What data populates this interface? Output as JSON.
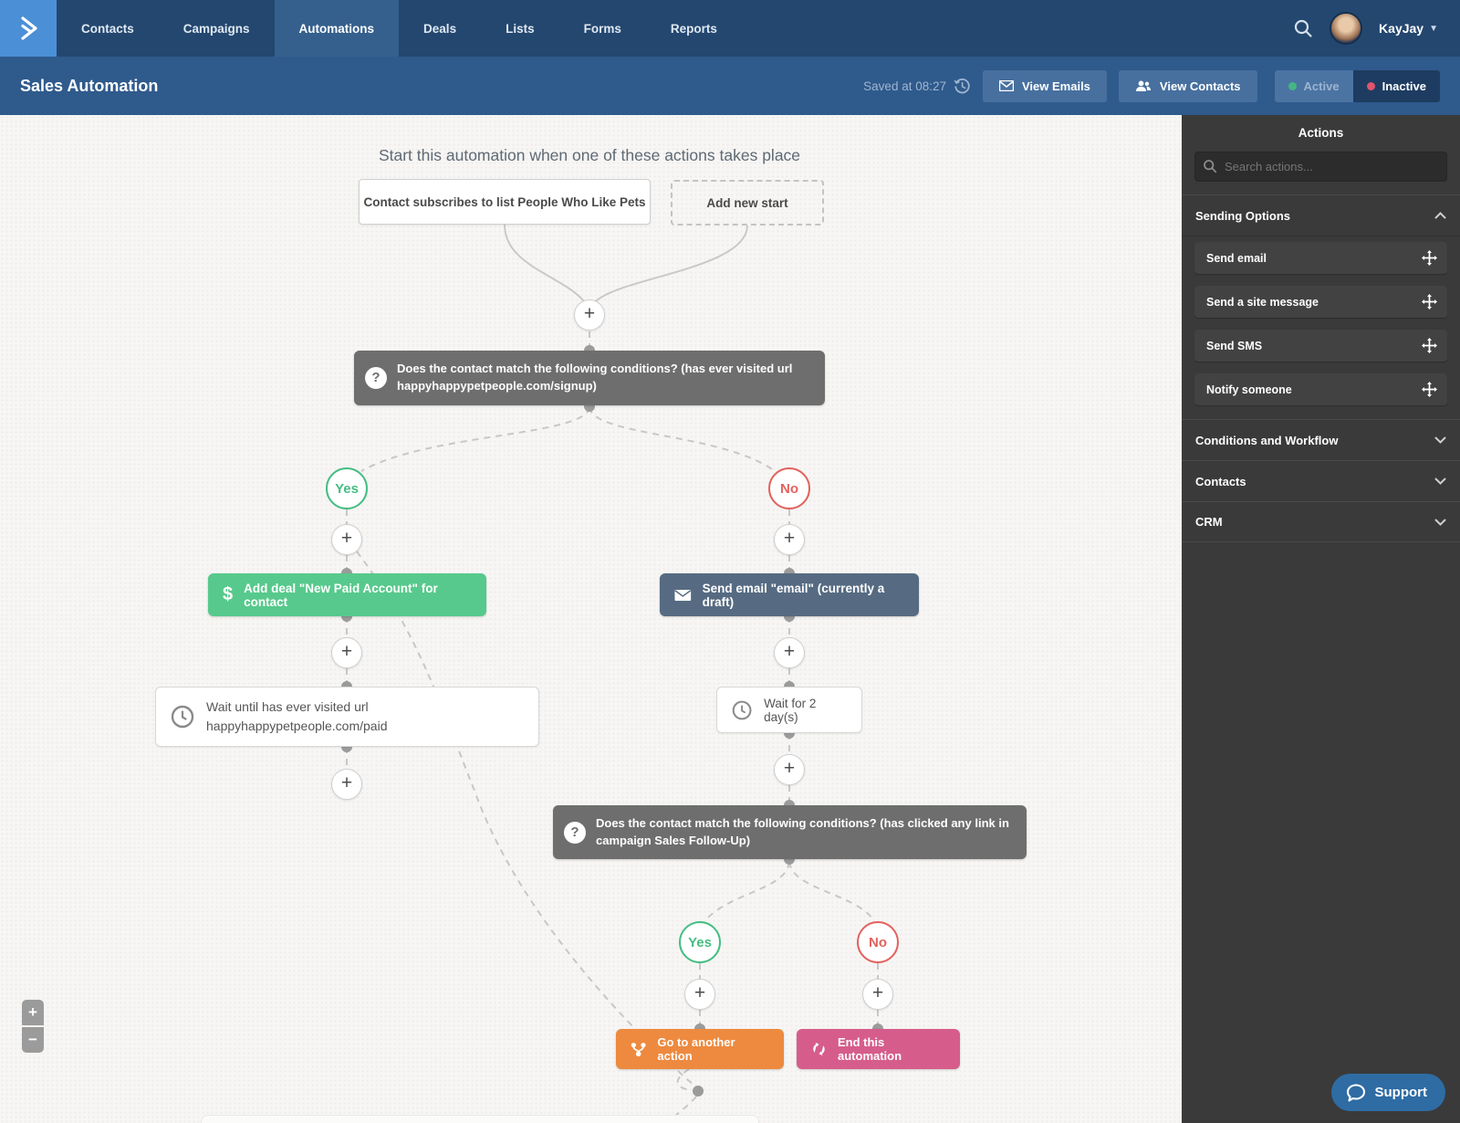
{
  "nav": {
    "tabs": [
      {
        "label": "Contacts"
      },
      {
        "label": "Campaigns"
      },
      {
        "label": "Automations"
      },
      {
        "label": "Deals"
      },
      {
        "label": "Lists"
      },
      {
        "label": "Forms"
      },
      {
        "label": "Reports"
      }
    ],
    "active_tab": "Automations",
    "user": {
      "name": "KayJay"
    }
  },
  "header": {
    "title": "Sales Automation",
    "saved_status": "Saved at 08:27",
    "view_emails_label": "View Emails",
    "view_contacts_label": "View Contacts",
    "active_label": "Active",
    "inactive_label": "Inactive"
  },
  "flow": {
    "start_prompt": "Start this automation when one of these actions takes place",
    "start_trigger": "Contact subscribes to list People Who Like Pets",
    "add_new_start": "Add new start",
    "condition1": "Does the contact match the following conditions? (has ever visited url happyhappypetpeople.com/signup)",
    "yes": "Yes",
    "no": "No",
    "add_deal": "Add deal \"New Paid Account\" for contact",
    "send_email": "Send email \"email\" (currently a draft)",
    "wait_until_line1": "Wait until has ever visited url",
    "wait_until_line2": "happyhappypetpeople.com/paid",
    "wait_2_days": "Wait for 2 day(s)",
    "condition2": "Does the contact match the following conditions? (has clicked any link in campaign Sales Follow-Up)",
    "goto_action": "Go to another action",
    "end_automation": "End this automation",
    "plus": "+",
    "dollar": "$",
    "question": "?"
  },
  "sidebar": {
    "title": "Actions",
    "search_placeholder": "Search actions...",
    "group_sending": "Sending Options",
    "actions": [
      {
        "label": "Send email"
      },
      {
        "label": "Send a site message"
      },
      {
        "label": "Send SMS"
      },
      {
        "label": "Notify someone"
      }
    ],
    "groups": [
      {
        "label": "Conditions and Workflow"
      },
      {
        "label": "Contacts"
      },
      {
        "label": "CRM"
      }
    ]
  },
  "controls": {
    "zoom_in": "+",
    "zoom_out": "−",
    "support": "Support"
  },
  "colors": {
    "nav_bg": "#24476f",
    "subheader_bg": "#2f5a8c",
    "logo_blue": "#4b8fd7",
    "deal_green": "#57c98c",
    "email_slate": "#566b82",
    "goto_orange": "#ed8a3f",
    "end_pink": "#d65d8b",
    "yes_green": "#45bd83",
    "no_red": "#e2635f",
    "condition_gray": "#6e6e6e",
    "active_dot": "#45b584",
    "inactive_dot": "#e0556b"
  }
}
